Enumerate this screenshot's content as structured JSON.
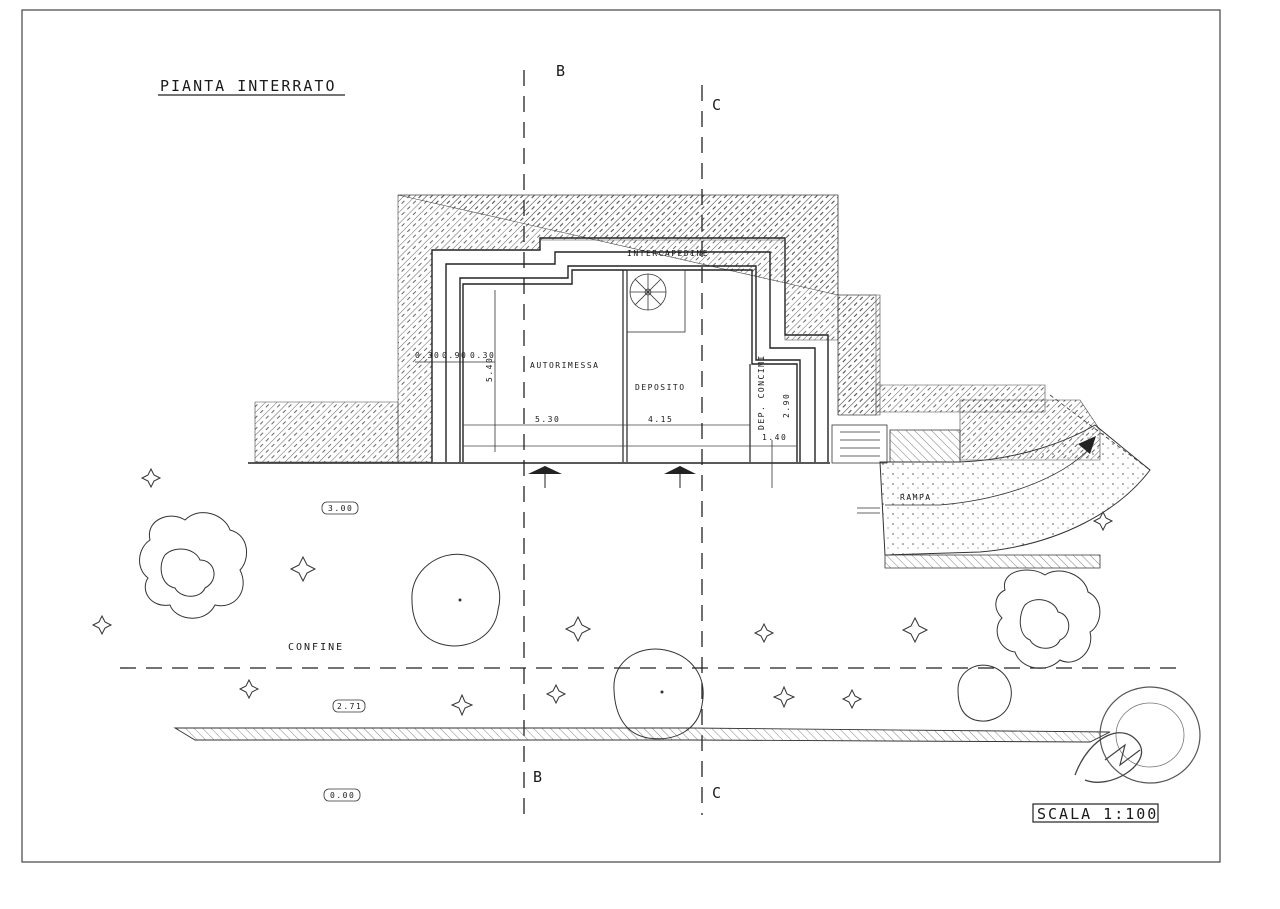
{
  "title": "PIANTA INTERRATO",
  "rooms": {
    "intercapedine": "INTERCAPEDINE",
    "autorimessa": "AUTORIMESSA",
    "deposito": "DEPOSITO",
    "dep_concimi": "DEP. CONCIMI",
    "rampa": "RAMPA"
  },
  "dimensions": {
    "wall_a": "0.30",
    "gap": "0.90",
    "wall_b": "0.30",
    "depth": "5.40",
    "width_autorimessa": "5.30",
    "width_deposito": "4.15",
    "depth_concimi": "2.90",
    "width_concimi": "1.40"
  },
  "levels": {
    "level_1": "3.00",
    "level_2": "2.71",
    "level_3": "0.00"
  },
  "section_marks": {
    "b": "B",
    "c": "C"
  },
  "confine": "CONFINE",
  "scale": "SCALA 1:100",
  "colors": {
    "ink": "#222222",
    "paper": "#ffffff"
  }
}
